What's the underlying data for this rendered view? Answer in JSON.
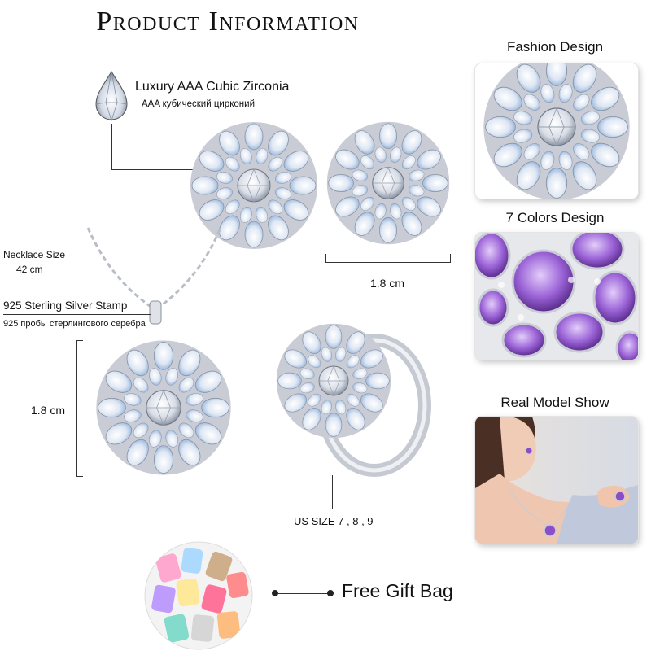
{
  "title": "Product Information",
  "gem": {
    "label_en": "Luxury AAA Cubic Zirconia",
    "label_ru": "AAA кубический цирконий"
  },
  "earring_size": "1.8 cm",
  "necklace": {
    "size_label": "Necklace Size",
    "size_value": "42 cm",
    "stamp_label_en": "925 Sterling Silver Stamp",
    "stamp_label_ru": "925 пробы стерлингового серебра",
    "pendant_size": "1.8 cm"
  },
  "ring": {
    "size_label": "US SIZE 7 , 8 , 9"
  },
  "gift": {
    "label": "Free Gift Bag"
  },
  "panels": {
    "fashion": "Fashion Design",
    "colors": "7 Colors Design",
    "model": "Real Model Show"
  },
  "colors": {
    "silver": "#c9ccd4",
    "crystal": "#eef3fb",
    "blue_crystal": "#8fb6e8",
    "purple": "#8a4fc8",
    "text": "#111111"
  }
}
